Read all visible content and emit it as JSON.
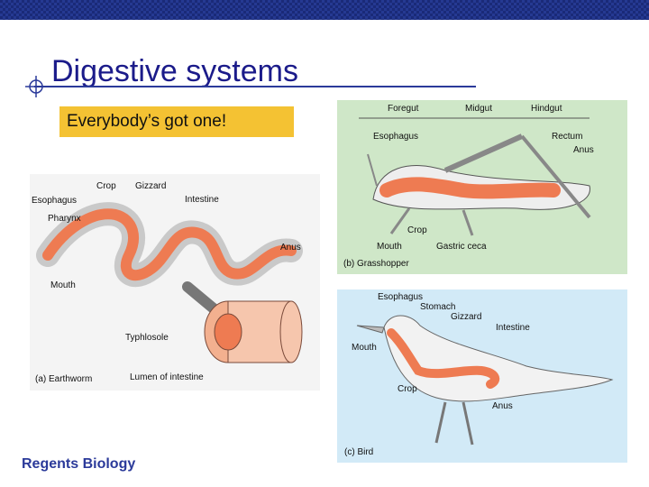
{
  "slide": {
    "title": "Digestive systems",
    "tagline": "Everybody’s got one!",
    "footer": "Regents Biology"
  },
  "earthworm": {
    "labels": {
      "crop": "Crop",
      "gizzard": "Gizzard",
      "esophagus": "Esophagus",
      "intestine": "Intestine",
      "pharynx": "Pharynx",
      "anus": "Anus",
      "mouth": "Mouth",
      "typhlosole": "Typhlosole",
      "lumen": "Lumen of intestine"
    },
    "caption": "(a) Earthworm"
  },
  "grasshopper": {
    "labels": {
      "foregut": "Foregut",
      "midgut": "Midgut",
      "hindgut": "Hindgut",
      "esophagus": "Esophagus",
      "rectum": "Rectum",
      "anus": "Anus",
      "crop": "Crop",
      "mouth": "Mouth",
      "gastric_ceca": "Gastric ceca"
    },
    "caption": "(b) Grasshopper"
  },
  "bird": {
    "labels": {
      "esophagus": "Esophagus",
      "stomach": "Stomach",
      "gizzard": "Gizzard",
      "intestine": "Intestine",
      "mouth": "Mouth",
      "crop": "Crop",
      "anus": "Anus"
    },
    "caption": "(c) Bird"
  },
  "colors": {
    "header_bar": "#1a2a78",
    "title_text": "#1b1b8a",
    "tagline_bg": "#f4c233",
    "gut_orange": "#ee7b52",
    "grasshopper_bg": "#cfe7c8",
    "bird_bg": "#d2eaf7"
  }
}
